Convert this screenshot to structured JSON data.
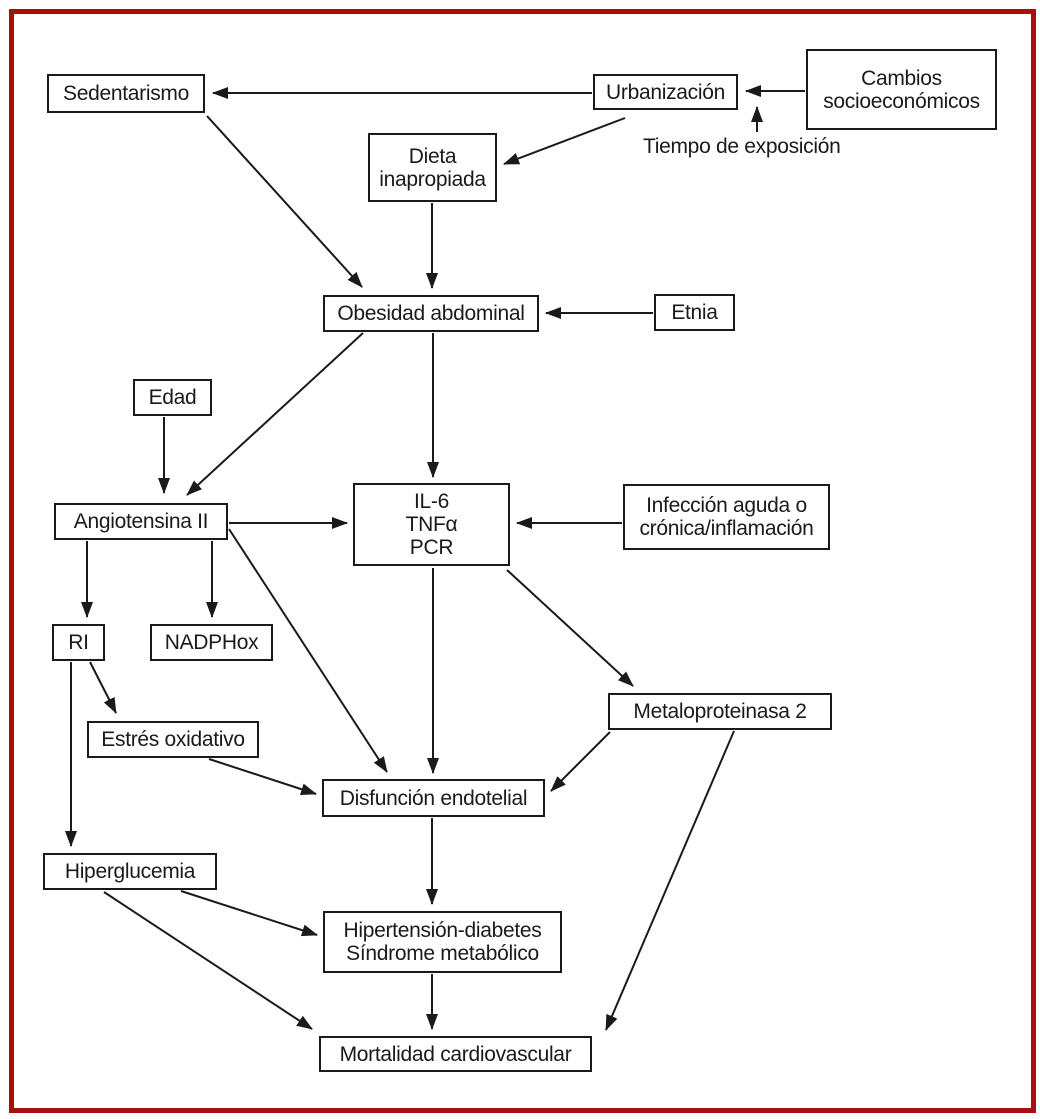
{
  "figure": {
    "border_color": "#A90E0E",
    "line_color": "#1a1a1a"
  },
  "nodes": {
    "sedentarismo": {
      "label": "Sedentarismo"
    },
    "urbanizacion": {
      "label": "Urbanización"
    },
    "cambios": {
      "lines": [
        "Cambios",
        "socioeconómicos"
      ]
    },
    "dieta": {
      "lines": [
        "Dieta",
        "inapropiada"
      ]
    },
    "obesidad": {
      "label": "Obesidad abdominal"
    },
    "etnia": {
      "label": "Etnia"
    },
    "edad": {
      "label": "Edad"
    },
    "angiotensina": {
      "label": "Angiotensina II"
    },
    "il6": {
      "lines": [
        "IL-6",
        "TNFα",
        "PCR"
      ]
    },
    "infeccion": {
      "lines": [
        "Infección aguda o",
        "crónica/inflamación"
      ]
    },
    "ri": {
      "label": "RI"
    },
    "nadphox": {
      "label": "NADPHox"
    },
    "estres": {
      "label": "Estrés oxidativo"
    },
    "metaloproteinasa": {
      "label": "Metaloproteinasa 2"
    },
    "disfuncion": {
      "label": "Disfunción endotelial"
    },
    "hiperglucemia": {
      "label": "Hiperglucemia"
    },
    "hipertension": {
      "lines": [
        "Hipertensión-diabetes",
        "Síndrome metabólico"
      ]
    },
    "mortalidad": {
      "label": "Mortalidad cardiovascular"
    }
  },
  "labels": {
    "tiempo_de_exposicion": "Tiempo de exposición"
  },
  "edges": [
    {
      "from": "Urbanización",
      "to": "Sedentarismo"
    },
    {
      "from": "Cambios socioeconómicos",
      "to": "Urbanización"
    },
    {
      "from": "Tiempo de exposición",
      "to": "Cambios socioeconómicos → Urbanización"
    },
    {
      "from": "Urbanización",
      "to": "Dieta inapropiada"
    },
    {
      "from": "Sedentarismo",
      "to": "Obesidad abdominal"
    },
    {
      "from": "Dieta inapropiada",
      "to": "Obesidad abdominal"
    },
    {
      "from": "Etnia",
      "to": "Obesidad abdominal"
    },
    {
      "from": "Obesidad abdominal",
      "to": "Angiotensina II"
    },
    {
      "from": "Obesidad abdominal",
      "to": "IL-6/TNFα/PCR"
    },
    {
      "from": "Edad",
      "to": "Angiotensina II"
    },
    {
      "from": "Angiotensina II",
      "to": "IL-6/TNFα/PCR"
    },
    {
      "from": "Infección aguda o crónica/inflamación",
      "to": "IL-6/TNFα/PCR"
    },
    {
      "from": "Angiotensina II",
      "to": "RI"
    },
    {
      "from": "Angiotensina II",
      "to": "NADPHox"
    },
    {
      "from": "Angiotensina II",
      "to": "Disfunción endotelial"
    },
    {
      "from": "RI",
      "to": "Estrés oxidativo"
    },
    {
      "from": "RI",
      "to": "Hiperglucemia"
    },
    {
      "from": "IL-6/TNFα/PCR",
      "to": "Disfunción endotelial"
    },
    {
      "from": "IL-6/TNFα/PCR",
      "to": "Metaloproteinasa 2"
    },
    {
      "from": "Estrés oxidativo",
      "to": "Disfunción endotelial"
    },
    {
      "from": "Metaloproteinasa 2",
      "to": "Disfunción endotelial"
    },
    {
      "from": "Metaloproteinasa 2",
      "to": "Mortalidad cardiovascular"
    },
    {
      "from": "Disfunción endotelial",
      "to": "Hipertensión-diabetes / Síndrome metabólico"
    },
    {
      "from": "Hiperglucemia",
      "to": "Hipertensión-diabetes / Síndrome metabólico"
    },
    {
      "from": "Hiperglucemia",
      "to": "Mortalidad cardiovascular"
    },
    {
      "from": "Hipertensión-diabetes / Síndrome metabólico",
      "to": "Mortalidad cardiovascular"
    }
  ]
}
